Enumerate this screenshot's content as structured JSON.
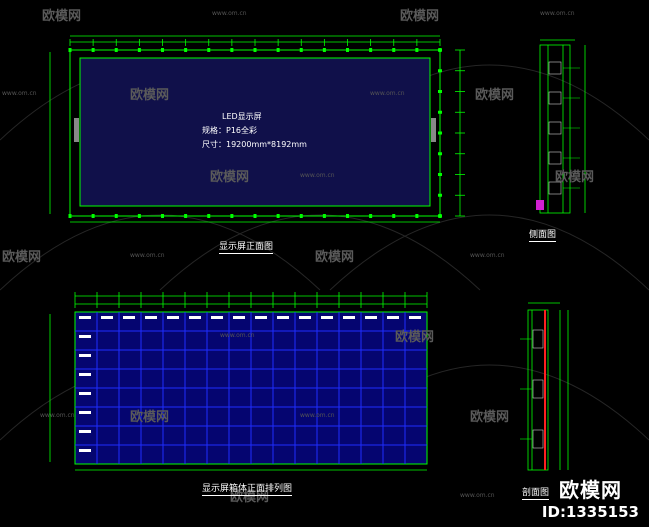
{
  "watermark": {
    "site": "www.om.cn",
    "brand": "欧模网"
  },
  "front_view": {
    "title": "显示屏正面图",
    "screen_name": "LED显示屏",
    "spec": "规格：P16全彩",
    "size": "尺寸：19200mm*8192mm"
  },
  "side_view": {
    "title": "侧面图"
  },
  "box_view": {
    "title": "显示屏箱体正面排列图"
  },
  "section_view": {
    "title": "剖面图"
  },
  "logo": {
    "name": "欧模网",
    "id_text": "ID:1335153"
  },
  "colors": {
    "line": "#00ff00",
    "screen": "#10104a",
    "grid": "#1f2dff",
    "accent": "#ff2020",
    "text": "#ffffff"
  }
}
